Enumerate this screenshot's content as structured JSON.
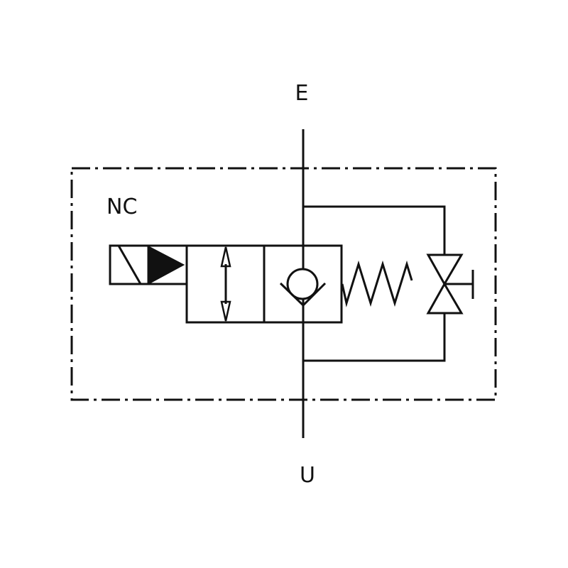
{
  "labels": {
    "inlet": "E",
    "outlet": "U",
    "mode": "NC"
  },
  "colors": {
    "line": "#111111",
    "background": "#ffffff"
  }
}
